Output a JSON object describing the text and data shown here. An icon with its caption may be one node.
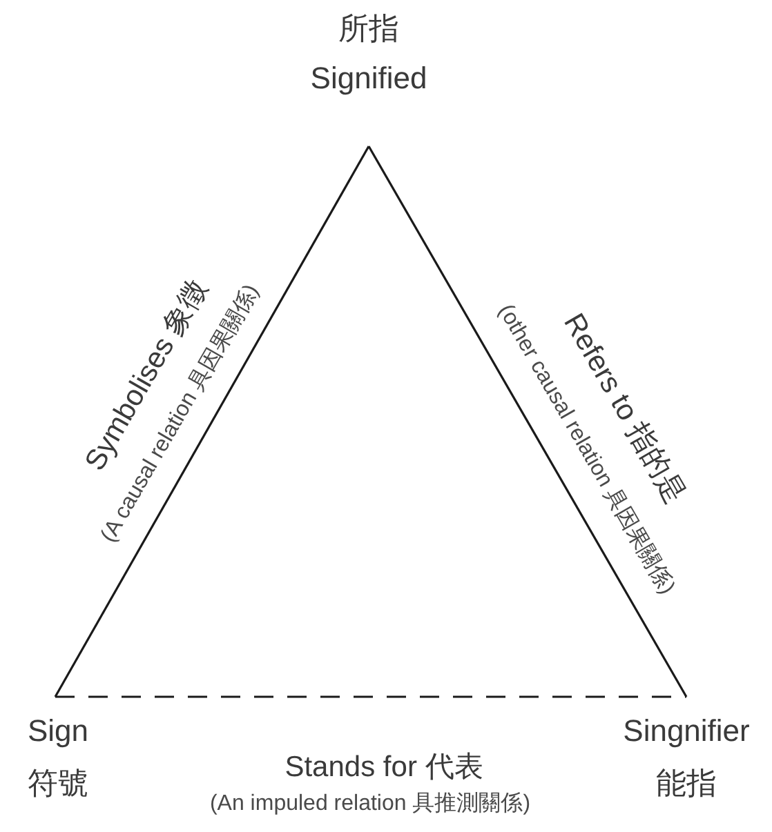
{
  "diagram": {
    "nodes": [
      {
        "text": [
          "所指",
          "Signified"
        ]
      },
      {
        "text": [
          "Sign",
          "符號"
        ]
      },
      {
        "text": [
          "Singnifier",
          "能指"
        ]
      }
    ],
    "edges": [
      {
        "from": 0,
        "to": 1,
        "arrow": "none",
        "label": "Symbolises 象徵"
      },
      {
        "from": 0,
        "to": 2,
        "arrow": "none",
        "label": "Refers to 指的是"
      },
      {
        "from": 1,
        "to": 2,
        "arrow": "none",
        "style": "dashed",
        "label": "Stands for 代表"
      }
    ],
    "labels": [
      "(A causal relation 具因果關係)",
      "(other causal relation 具因果關係)",
      "(An impuled relation 具推測關係)"
    ]
  }
}
